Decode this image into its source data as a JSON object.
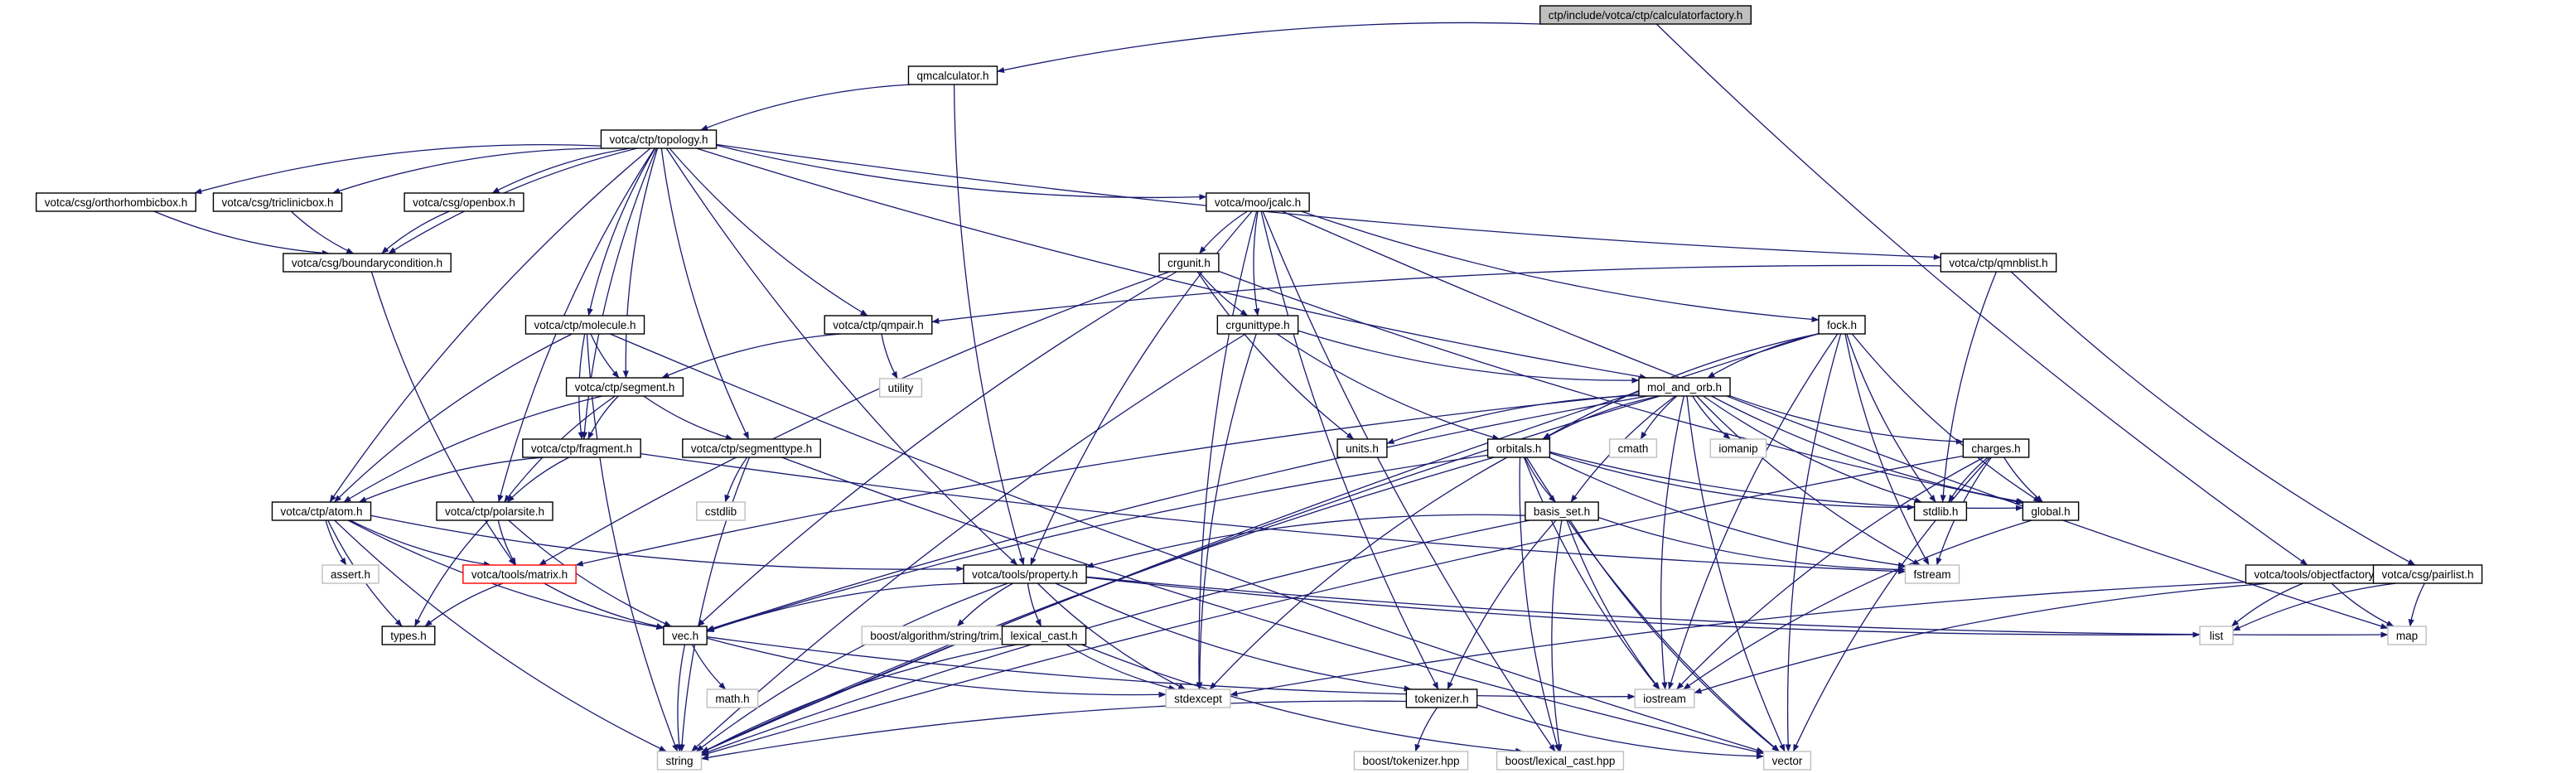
{
  "nodes": [
    {
      "id": "calculatorfactory",
      "label": "ctp/include/votca/ctp/calculatorfactory.h",
      "style": "root"
    },
    {
      "id": "qmcalculator",
      "label": "qmcalculator.h",
      "style": "normal"
    },
    {
      "id": "topology",
      "label": "votca/ctp/topology.h",
      "style": "normal"
    },
    {
      "id": "orthorhombicbox",
      "label": "votca/csg/orthorhombicbox.h",
      "style": "normal"
    },
    {
      "id": "triclinicbox",
      "label": "votca/csg/triclinicbox.h",
      "style": "normal"
    },
    {
      "id": "openbox",
      "label": "votca/csg/openbox.h",
      "style": "normal"
    },
    {
      "id": "boundarycondition",
      "label": "votca/csg/boundarycondition.h",
      "style": "normal"
    },
    {
      "id": "jcalc",
      "label": "votca/moo/jcalc.h",
      "style": "normal"
    },
    {
      "id": "crgunit",
      "label": "crgunit.h",
      "style": "normal"
    },
    {
      "id": "qmnblist",
      "label": "votca/ctp/qmnblist.h",
      "style": "normal"
    },
    {
      "id": "qmpair",
      "label": "votca/ctp/qmpair.h",
      "style": "normal"
    },
    {
      "id": "molecule",
      "label": "votca/ctp/molecule.h",
      "style": "normal"
    },
    {
      "id": "crgunittype",
      "label": "crgunittype.h",
      "style": "normal"
    },
    {
      "id": "fock",
      "label": "fock.h",
      "style": "normal"
    },
    {
      "id": "utility",
      "label": "utility",
      "style": "gray"
    },
    {
      "id": "segment",
      "label": "votca/ctp/segment.h",
      "style": "normal"
    },
    {
      "id": "mol_and_orb",
      "label": "mol_and_orb.h",
      "style": "normal"
    },
    {
      "id": "fragment",
      "label": "votca/ctp/fragment.h",
      "style": "normal"
    },
    {
      "id": "segmenttype",
      "label": "votca/ctp/segmenttype.h",
      "style": "normal"
    },
    {
      "id": "units",
      "label": "units.h",
      "style": "normal"
    },
    {
      "id": "cmath",
      "label": "cmath",
      "style": "gray"
    },
    {
      "id": "iomanip",
      "label": "iomanip",
      "style": "gray"
    },
    {
      "id": "orbitals",
      "label": "orbitals.h",
      "style": "normal"
    },
    {
      "id": "charges",
      "label": "charges.h",
      "style": "normal"
    },
    {
      "id": "cstdlib",
      "label": "cstdlib",
      "style": "gray"
    },
    {
      "id": "stdlib",
      "label": "stdlib.h",
      "style": "normal"
    },
    {
      "id": "atom",
      "label": "votca/ctp/atom.h",
      "style": "normal"
    },
    {
      "id": "polarsite",
      "label": "votca/ctp/polarsite.h",
      "style": "normal"
    },
    {
      "id": "basis_set",
      "label": "basis_set.h",
      "style": "normal"
    },
    {
      "id": "global",
      "label": "global.h",
      "style": "normal"
    },
    {
      "id": "assert",
      "label": "assert.h",
      "style": "gray"
    },
    {
      "id": "matrix",
      "label": "votca/tools/matrix.h",
      "style": "red"
    },
    {
      "id": "property",
      "label": "votca/tools/property.h",
      "style": "normal"
    },
    {
      "id": "fstream",
      "label": "fstream",
      "style": "gray"
    },
    {
      "id": "objectfactory",
      "label": "votca/tools/objectfactory.h",
      "style": "normal"
    },
    {
      "id": "pairlist",
      "label": "votca/csg/pairlist.h",
      "style": "normal"
    },
    {
      "id": "types",
      "label": "types.h",
      "style": "normal"
    },
    {
      "id": "vec",
      "label": "vec.h",
      "style": "normal"
    },
    {
      "id": "trim",
      "label": "boost/algorithm/string/trim.hpp",
      "style": "gray"
    },
    {
      "id": "lexical_cast_h",
      "label": "lexical_cast.h",
      "style": "normal"
    },
    {
      "id": "list",
      "label": "list",
      "style": "gray"
    },
    {
      "id": "map",
      "label": "map",
      "style": "gray"
    },
    {
      "id": "math",
      "label": "math.h",
      "style": "gray"
    },
    {
      "id": "stdexcept",
      "label": "stdexcept",
      "style": "gray"
    },
    {
      "id": "iostream",
      "label": "iostream",
      "style": "gray"
    },
    {
      "id": "tokenizer",
      "label": "tokenizer.h",
      "style": "normal"
    },
    {
      "id": "string",
      "label": "string",
      "style": "gray"
    },
    {
      "id": "boost_tokenizer",
      "label": "boost/tokenizer.hpp",
      "style": "gray"
    },
    {
      "id": "boost_lexical_cast",
      "label": "boost/lexical_cast.hpp",
      "style": "gray"
    },
    {
      "id": "vector",
      "label": "vector",
      "style": "gray"
    }
  ],
  "edges": [
    [
      "calculatorfactory",
      "qmcalculator"
    ],
    [
      "calculatorfactory",
      "objectfactory"
    ],
    [
      "qmcalculator",
      "topology"
    ],
    [
      "qmcalculator",
      "property"
    ],
    [
      "topology",
      "orthorhombicbox"
    ],
    [
      "topology",
      "triclinicbox"
    ],
    [
      "topology",
      "openbox"
    ],
    [
      "topology",
      "boundarycondition"
    ],
    [
      "topology",
      "jcalc"
    ],
    [
      "topology",
      "qmnblist"
    ],
    [
      "topology",
      "qmpair"
    ],
    [
      "topology",
      "molecule"
    ],
    [
      "topology",
      "segment"
    ],
    [
      "topology",
      "fragment"
    ],
    [
      "topology",
      "segmenttype"
    ],
    [
      "topology",
      "atom"
    ],
    [
      "topology",
      "polarsite"
    ],
    [
      "topology",
      "property"
    ],
    [
      "topology",
      "mol_and_orb"
    ],
    [
      "orthorhombicbox",
      "boundarycondition"
    ],
    [
      "triclinicbox",
      "boundarycondition"
    ],
    [
      "openbox",
      "boundarycondition"
    ],
    [
      "boundarycondition",
      "matrix"
    ],
    [
      "jcalc",
      "crgunit"
    ],
    [
      "jcalc",
      "crgunittype"
    ],
    [
      "jcalc",
      "fock"
    ],
    [
      "jcalc",
      "property"
    ],
    [
      "jcalc",
      "stdexcept"
    ],
    [
      "jcalc",
      "tokenizer"
    ],
    [
      "jcalc",
      "boost_lexical_cast"
    ],
    [
      "jcalc",
      "map"
    ],
    [
      "crgunit",
      "crgunittype"
    ],
    [
      "crgunit",
      "units"
    ],
    [
      "crgunit",
      "matrix"
    ],
    [
      "crgunit",
      "vec"
    ],
    [
      "crgunit",
      "global"
    ],
    [
      "qmnblist",
      "qmpair"
    ],
    [
      "qmnblist",
      "stdlib"
    ],
    [
      "qmnblist",
      "pairlist"
    ],
    [
      "qmpair",
      "segment"
    ],
    [
      "qmpair",
      "utility"
    ],
    [
      "molecule",
      "segment"
    ],
    [
      "molecule",
      "fragment"
    ],
    [
      "molecule",
      "atom"
    ],
    [
      "molecule",
      "string"
    ],
    [
      "molecule",
      "vector"
    ],
    [
      "crgunittype",
      "mol_and_orb"
    ],
    [
      "crgunittype",
      "orbitals"
    ],
    [
      "crgunittype",
      "stdexcept"
    ],
    [
      "crgunittype",
      "string"
    ],
    [
      "fock",
      "mol_and_orb"
    ],
    [
      "fock",
      "orbitals"
    ],
    [
      "fock",
      "global"
    ],
    [
      "fock",
      "stdlib"
    ],
    [
      "fock",
      "fstream"
    ],
    [
      "fock",
      "iostream"
    ],
    [
      "fock",
      "vector"
    ],
    [
      "fock",
      "string"
    ],
    [
      "segment",
      "fragment"
    ],
    [
      "segment",
      "segmenttype"
    ],
    [
      "segment",
      "atom"
    ],
    [
      "segment",
      "polarsite"
    ],
    [
      "mol_and_orb",
      "units"
    ],
    [
      "mol_and_orb",
      "cmath"
    ],
    [
      "mol_and_orb",
      "iomanip"
    ],
    [
      "mol_and_orb",
      "orbitals"
    ],
    [
      "mol_and_orb",
      "charges"
    ],
    [
      "mol_and_orb",
      "basis_set"
    ],
    [
      "mol_and_orb",
      "global"
    ],
    [
      "mol_and_orb",
      "stdlib"
    ],
    [
      "mol_and_orb",
      "fstream"
    ],
    [
      "mol_and_orb",
      "iostream"
    ],
    [
      "mol_and_orb",
      "vector"
    ],
    [
      "mol_and_orb",
      "matrix"
    ],
    [
      "mol_and_orb",
      "vec"
    ],
    [
      "mol_and_orb",
      "string"
    ],
    [
      "fragment",
      "atom"
    ],
    [
      "fragment",
      "polarsite"
    ],
    [
      "fragment",
      "fstream"
    ],
    [
      "segmenttype",
      "cstdlib"
    ],
    [
      "segmenttype",
      "string"
    ],
    [
      "segmenttype",
      "vector"
    ],
    [
      "orbitals",
      "basis_set"
    ],
    [
      "orbitals",
      "global"
    ],
    [
      "orbitals",
      "stdlib"
    ],
    [
      "orbitals",
      "fstream"
    ],
    [
      "orbitals",
      "iostream"
    ],
    [
      "orbitals",
      "vector"
    ],
    [
      "orbitals",
      "stdexcept"
    ],
    [
      "orbitals",
      "vec"
    ],
    [
      "orbitals",
      "boost_lexical_cast"
    ],
    [
      "orbitals",
      "string"
    ],
    [
      "charges",
      "global"
    ],
    [
      "charges",
      "stdlib"
    ],
    [
      "charges",
      "fstream"
    ],
    [
      "charges",
      "iostream"
    ],
    [
      "charges",
      "vector"
    ],
    [
      "charges",
      "string"
    ],
    [
      "atom",
      "assert"
    ],
    [
      "atom",
      "matrix"
    ],
    [
      "atom",
      "types"
    ],
    [
      "atom",
      "vec"
    ],
    [
      "atom",
      "property"
    ],
    [
      "atom",
      "string"
    ],
    [
      "polarsite",
      "matrix"
    ],
    [
      "polarsite",
      "types"
    ],
    [
      "polarsite",
      "vec"
    ],
    [
      "basis_set",
      "property"
    ],
    [
      "basis_set",
      "tokenizer"
    ],
    [
      "basis_set",
      "vector"
    ],
    [
      "basis_set",
      "string"
    ],
    [
      "basis_set",
      "boost_lexical_cast"
    ],
    [
      "basis_set",
      "iostream"
    ],
    [
      "basis_set",
      "fstream"
    ],
    [
      "global",
      "iostream"
    ],
    [
      "matrix",
      "types"
    ],
    [
      "matrix",
      "vec"
    ],
    [
      "property",
      "vec"
    ],
    [
      "property",
      "trim"
    ],
    [
      "property",
      "lexical_cast_h"
    ],
    [
      "property",
      "list"
    ],
    [
      "property",
      "map"
    ],
    [
      "property",
      "stdexcept"
    ],
    [
      "property",
      "tokenizer"
    ],
    [
      "property",
      "string"
    ],
    [
      "objectfactory",
      "list"
    ],
    [
      "objectfactory",
      "map"
    ],
    [
      "objectfactory",
      "iostream"
    ],
    [
      "objectfactory",
      "stdexcept"
    ],
    [
      "pairlist",
      "list"
    ],
    [
      "pairlist",
      "map"
    ],
    [
      "vec",
      "math"
    ],
    [
      "vec",
      "stdexcept"
    ],
    [
      "vec",
      "iostream"
    ],
    [
      "vec",
      "string"
    ],
    [
      "lexical_cast_h",
      "stdexcept"
    ],
    [
      "lexical_cast_h",
      "string"
    ],
    [
      "lexical_cast_h",
      "boost_lexical_cast"
    ],
    [
      "tokenizer",
      "boost_tokenizer"
    ],
    [
      "tokenizer",
      "string"
    ],
    [
      "tokenizer",
      "vector"
    ]
  ],
  "colors": {
    "edge": "#191970",
    "root_fill": "#bfbfbf",
    "normal_stroke": "#000000",
    "gray_stroke": "#bfbfbf",
    "red_stroke": "#ff0000",
    "gray_text": "#404040"
  }
}
